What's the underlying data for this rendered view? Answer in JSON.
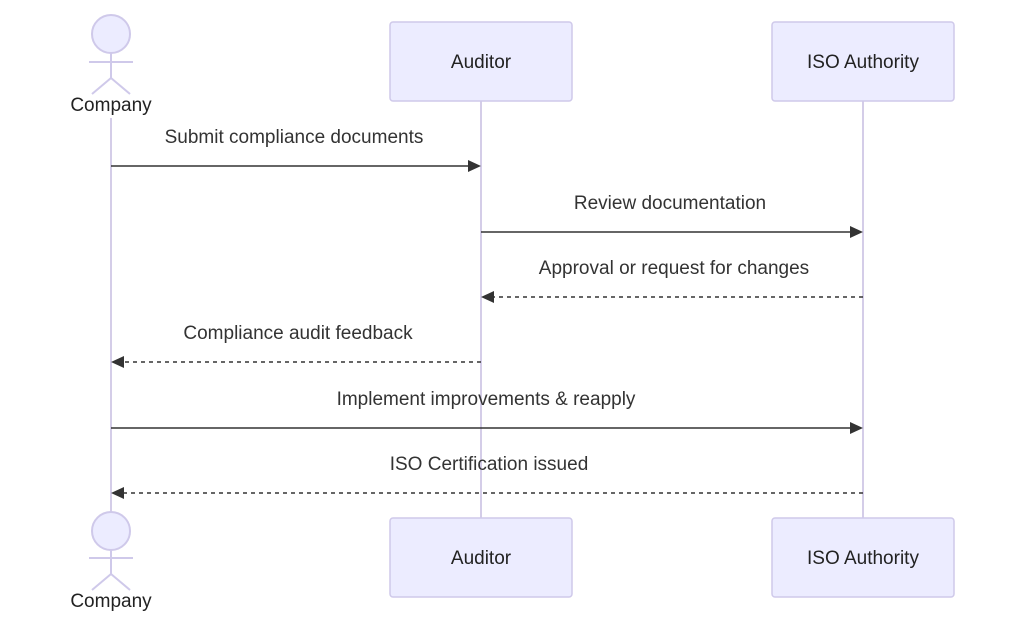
{
  "participants": {
    "company": {
      "label": "Company",
      "kind": "actor"
    },
    "auditor": {
      "label": "Auditor",
      "kind": "participant"
    },
    "iso": {
      "label": "ISO Authority",
      "kind": "participant"
    }
  },
  "messages": [
    {
      "from": "company",
      "to": "auditor",
      "label": "Submit compliance documents",
      "style": "solid"
    },
    {
      "from": "auditor",
      "to": "iso",
      "label": "Review documentation",
      "style": "solid"
    },
    {
      "from": "iso",
      "to": "auditor",
      "label": "Approval or request for changes",
      "style": "dashed"
    },
    {
      "from": "auditor",
      "to": "company",
      "label": "Compliance audit feedback",
      "style": "dashed"
    },
    {
      "from": "company",
      "to": "iso",
      "label": "Implement improvements & reapply",
      "style": "solid"
    },
    {
      "from": "iso",
      "to": "company",
      "label": "ISO Certification issued",
      "style": "dashed"
    }
  ],
  "colors": {
    "box_fill": "#ececff",
    "box_stroke": "#cfc9ea",
    "lifeline": "#d4cde8",
    "arrow": "#333333"
  }
}
